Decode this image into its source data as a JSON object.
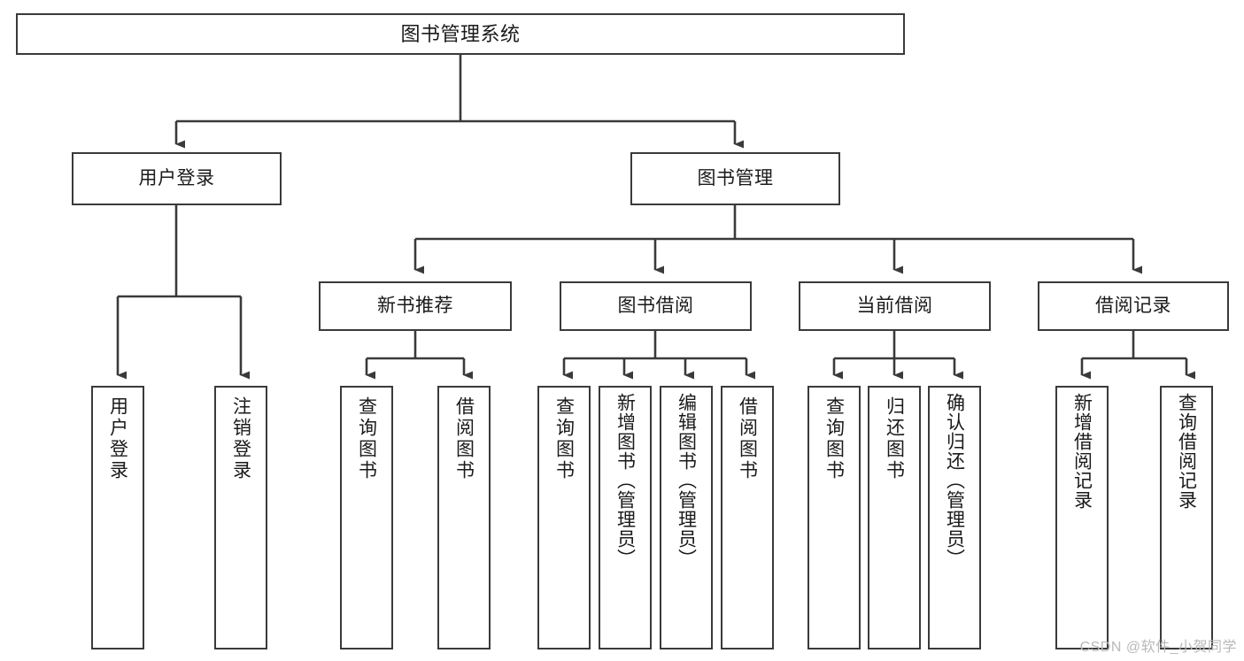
{
  "diagram": {
    "title": "图书管理系统",
    "type": "functional-structure-tree",
    "colors": {
      "background": "#ffffff",
      "box_border": "#3a3a3a",
      "connector": "#3a3a3a",
      "text": "#1a1a1a",
      "watermark": "#b9b9b9"
    },
    "root": {
      "label": "图书管理系统"
    },
    "level1": [
      {
        "label": "用户登录"
      },
      {
        "label": "图书管理"
      }
    ],
    "level2": [
      {
        "label": "新书推荐"
      },
      {
        "label": "图书借阅"
      },
      {
        "label": "当前借阅"
      },
      {
        "label": "借阅记录"
      }
    ],
    "leaves": {
      "user_login": [
        {
          "label": "用户登录"
        },
        {
          "label": "注销登录"
        }
      ],
      "new_book_recommend": [
        {
          "label": "查询图书"
        },
        {
          "label": "借阅图书"
        }
      ],
      "book_borrow": [
        {
          "label": "查询图书"
        },
        {
          "label": "新增图书（管理员）"
        },
        {
          "label": "编辑图书（管理员）"
        },
        {
          "label": "借阅图书"
        }
      ],
      "current_borrow": [
        {
          "label": "查询图书"
        },
        {
          "label": "归还图书"
        },
        {
          "label": "确认归还（管理员）"
        }
      ],
      "borrow_record": [
        {
          "label": "新增借阅记录"
        },
        {
          "label": "查询借阅记录"
        }
      ]
    }
  },
  "watermark": {
    "text": "CSDN @软件_小贺同学"
  }
}
